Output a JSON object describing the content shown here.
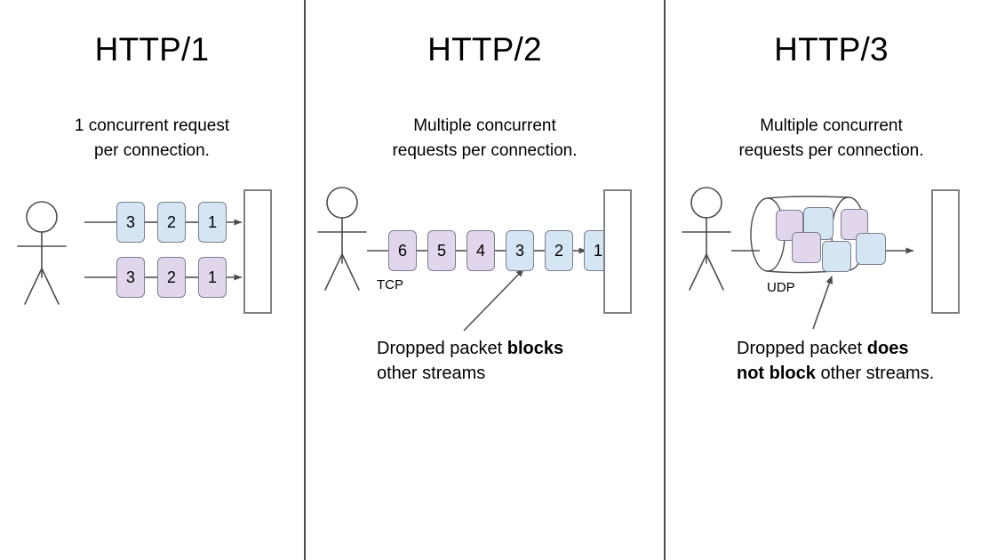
{
  "diagram": {
    "title": "HTTP/1 vs HTTP/2 vs HTTP/3 concurrency comparison",
    "background": "#ffffff",
    "colors": {
      "packet_blue": "#d4e5f4",
      "packet_purple": "#e2d6ec",
      "packet_border": "#7d7d92",
      "stroke": "#4d4d4d",
      "server_border": "#808080",
      "text": "#000000"
    }
  },
  "columns": [
    {
      "id": "http1",
      "title": "HTTP/1",
      "subtitle": "1 concurrent request\nper connection.",
      "transport_label": "",
      "caption_html": "",
      "streams": [
        {
          "name": "stream-blue",
          "color": "blue",
          "packets": [
            "3",
            "2",
            "1"
          ]
        },
        {
          "name": "stream-purple",
          "color": "purple",
          "packets": [
            "3",
            "2",
            "1"
          ]
        }
      ]
    },
    {
      "id": "http2",
      "title": "HTTP/2",
      "subtitle": "Multiple concurrent\nrequests per connection.",
      "transport_label": "TCP",
      "caption_html": "Dropped packet <b>blocks</b><br>other streams",
      "streams": [
        {
          "name": "tcp-pipeline",
          "color": "mixed",
          "packets": [
            "6",
            "5",
            "4",
            "3",
            "2",
            "1"
          ],
          "packet_colors": [
            "purple",
            "purple",
            "purple",
            "blue",
            "blue",
            "blue"
          ],
          "annotated_packet": "2"
        }
      ]
    },
    {
      "id": "http3",
      "title": "HTTP/3",
      "subtitle": "Multiple concurrent\nrequests per connection.",
      "transport_label": "UDP",
      "caption_html": "Dropped packet <b>does</b><br><b>not block</b> other streams.",
      "streams": [
        {
          "name": "udp-cylinder",
          "color": "mixed",
          "packets": [
            "",
            "",
            "",
            "",
            "",
            ""
          ],
          "packet_colors": [
            "purple",
            "blue",
            "purple",
            "purple",
            "blue",
            "blue"
          ],
          "annotated_packet": "bottom-center-blue"
        }
      ]
    }
  ],
  "captions": {
    "http2_line1_plain": "Dropped packet ",
    "http2_line1_bold": "blocks",
    "http2_line2": "other streams",
    "http3_line1_plain": "Dropped packet ",
    "http3_line1_bold": "does",
    "http3_line2_bold": "not block",
    "http3_line2_plain": " other streams."
  },
  "packets": {
    "http1_blue": [
      "3",
      "2",
      "1"
    ],
    "http1_purple": [
      "3",
      "2",
      "1"
    ],
    "http2_row": [
      "6",
      "5",
      "4",
      "3",
      "2",
      "1"
    ]
  },
  "labels": {
    "tcp": "TCP",
    "udp": "UDP"
  }
}
